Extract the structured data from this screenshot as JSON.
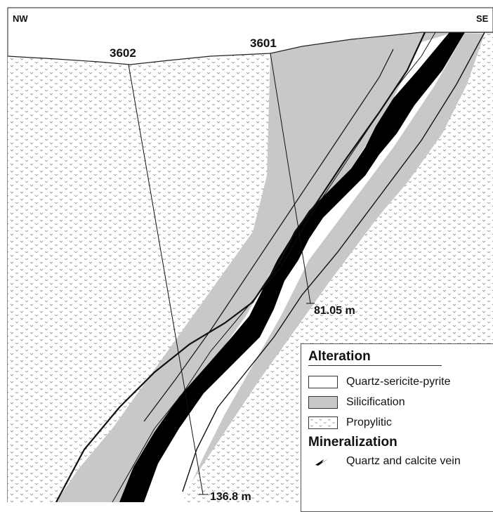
{
  "section": {
    "direction_left": "NW",
    "direction_right": "SE",
    "drillholes": [
      {
        "id": "3602",
        "end_depth": "136.8 m"
      },
      {
        "id": "3601",
        "end_depth": "81.05 m"
      }
    ]
  },
  "legend": {
    "alteration_title": "Alteration",
    "alteration_items": [
      {
        "label": "Quartz-sericite-pyrite",
        "swatch": "white"
      },
      {
        "label": "Silicification",
        "swatch": "grey"
      },
      {
        "label": "Propylitic",
        "swatch": "propylitic-pattern"
      }
    ],
    "mineralization_title": "Mineralization",
    "mineralization_items": [
      {
        "label": "Quartz and calcite vein"
      }
    ]
  },
  "colors": {
    "silicification": "#c8c8c8",
    "quartz_sericite_pyrite": "#ffffff",
    "vein": "#000000",
    "propylitic_mark": "#8a8a8a"
  }
}
